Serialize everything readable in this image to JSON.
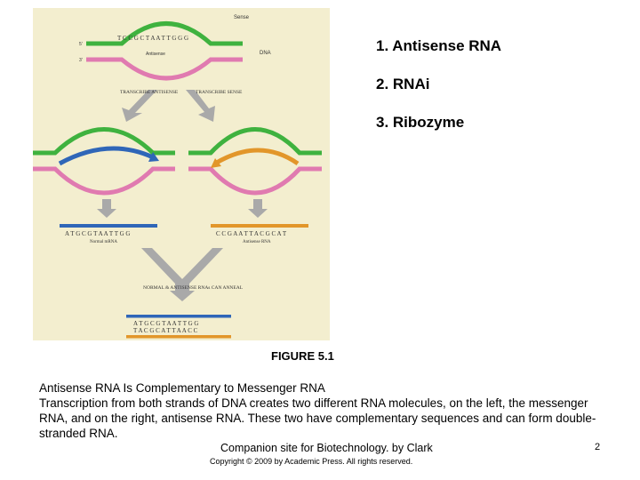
{
  "figure": {
    "labels": {
      "strand_top": "Sense",
      "dna": "DNA",
      "antisense_top": "Antisense",
      "transcribe_antisense": "TRANSCRIBE\nANTISENSE",
      "transcribe_sense": "TRANSCRIBE\nSENSE",
      "normal_mrna": "Normal mRNA",
      "antisense_rna": "Antisense RNA",
      "normal_antisense": "NORMAL & ANTISENSE\nRNAs CAN ANNEAL",
      "seq_top": "T C C G C T A A T T G G G",
      "seq_mid_left": "A T G C G T A A T T G G",
      "seq_mid_right": "C C G A A T T A C G C A T",
      "seq_anneal_1": "A T G C G T A A T T G G",
      "seq_anneal_2": "T A C G C A T T A A C C",
      "five_prime": "5'",
      "three_prime": "3'"
    }
  },
  "list": [
    "1. Antisense RNA",
    "2. RNAi",
    "3. Ribozyme"
  ],
  "figure_label": "FIGURE 5.1",
  "caption_line1": "Antisense RNA Is Complementary to Messenger RNA",
  "caption_line2": "Transcription from both strands of DNA creates two different RNA molecules, on the left, the messenger RNA, and on the right, antisense RNA. These two have complementary sequences and can form double-stranded RNA.",
  "companion": "Companion site for Biotechnology. by Clark",
  "copyright": "Copyright © 2009 by Academic Press. All rights reserved.",
  "page_number": "2",
  "colors": {
    "green": "#3fb23f",
    "pink": "#e07ab0",
    "blue": "#2f66b8",
    "orange": "#e2962a",
    "gray": "#a9a9a9",
    "figure_bg": "#f3eecf"
  }
}
